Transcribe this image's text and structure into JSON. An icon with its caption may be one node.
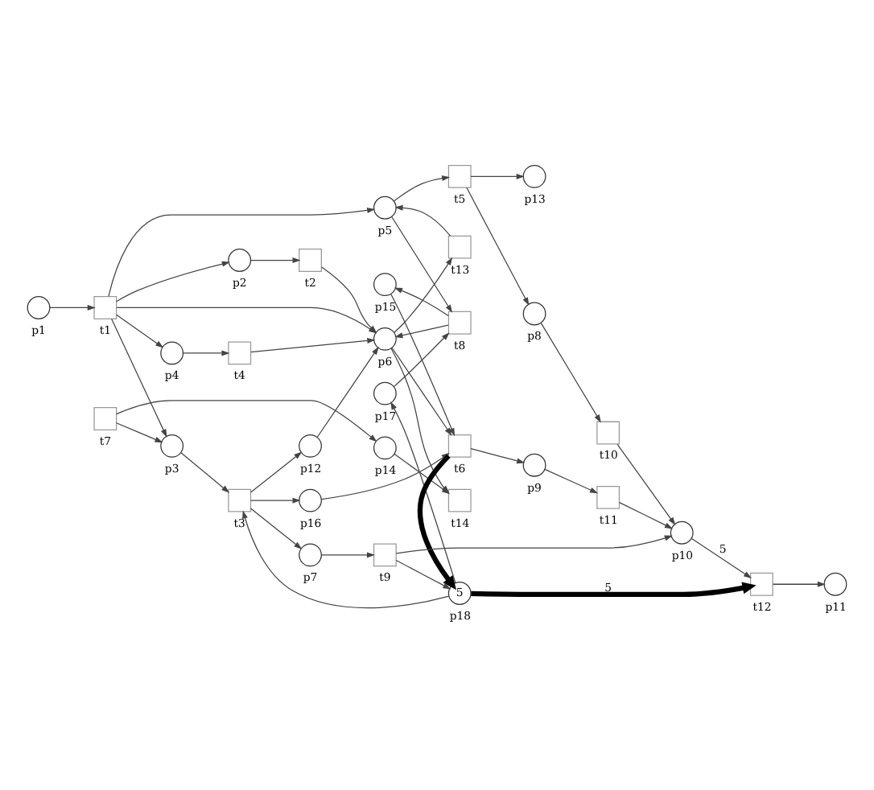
{
  "diagram": {
    "nodes": [
      {
        "text": [],
        "shape": "circle",
        "beside": [
          "p1"
        ]
      },
      {
        "text": [],
        "shape": "circle",
        "beside": [
          "p2"
        ]
      },
      {
        "text": [],
        "shape": "circle",
        "beside": [
          "p3"
        ]
      },
      {
        "text": [],
        "shape": "circle",
        "beside": [
          "p4"
        ]
      },
      {
        "text": [],
        "shape": "circle",
        "beside": [
          "p5"
        ]
      },
      {
        "text": [],
        "shape": "circle",
        "beside": [
          "p6"
        ]
      },
      {
        "text": [],
        "shape": "circle",
        "beside": [
          "p7"
        ]
      },
      {
        "text": [],
        "shape": "circle",
        "beside": [
          "p8"
        ]
      },
      {
        "text": [],
        "shape": "circle",
        "beside": [
          "p9"
        ]
      },
      {
        "text": [],
        "shape": "circle",
        "beside": [
          "p10"
        ]
      },
      {
        "text": [],
        "shape": "circle",
        "beside": [
          "p11"
        ]
      },
      {
        "text": [],
        "shape": "circle",
        "beside": [
          "p12"
        ]
      },
      {
        "text": [],
        "shape": "circle",
        "beside": [
          "p13"
        ]
      },
      {
        "text": [],
        "shape": "circle",
        "beside": [
          "p14"
        ]
      },
      {
        "text": [],
        "shape": "circle",
        "beside": [
          "p15"
        ]
      },
      {
        "text": [],
        "shape": "circle",
        "beside": [
          "p16"
        ]
      },
      {
        "text": [],
        "shape": "circle",
        "beside": [
          "p17"
        ]
      },
      {
        "text": [
          "5"
        ],
        "beside": [
          "p18"
        ]
      },
      {
        "text": [],
        "shape": "box",
        "beside": [
          "t1"
        ]
      },
      {
        "text": [],
        "shape": "box",
        "beside": [
          "t2"
        ]
      },
      {
        "text": [],
        "shape": "box",
        "beside": [
          "t3"
        ]
      },
      {
        "text": [],
        "shape": "box",
        "beside": [
          "t4"
        ]
      },
      {
        "text": [],
        "shape": "box",
        "beside": [
          "t5"
        ]
      },
      {
        "text": [],
        "shape": "box",
        "beside": [
          "t6"
        ]
      },
      {
        "text": [],
        "shape": "box",
        "beside": [
          "t7"
        ]
      },
      {
        "text": [],
        "shape": "box",
        "beside": [
          "t8"
        ]
      },
      {
        "text": [],
        "shape": "box",
        "beside": [
          "t9"
        ]
      },
      {
        "text": [],
        "shape": "box",
        "beside": [
          "t10"
        ]
      },
      {
        "text": [],
        "shape": "box",
        "beside": [
          "t11"
        ]
      },
      {
        "text": [],
        "shape": "box",
        "beside": [
          "t12"
        ]
      },
      {
        "text": [],
        "shape": "box",
        "beside": [
          "t13"
        ]
      },
      {
        "text": [],
        "shape": "box",
        "beside": [
          "t14"
        ]
      }
    ],
    "edges": [
      {
        "from": 0,
        "to": 18,
        "arrow": "to"
      },
      {
        "from": 18,
        "to": 1,
        "arrow": "to"
      },
      {
        "from": 18,
        "to": 2,
        "arrow": "to"
      },
      {
        "from": 18,
        "to": 3,
        "arrow": "to"
      },
      {
        "from": 18,
        "to": 4,
        "arrow": "to"
      },
      {
        "from": 18,
        "to": 5,
        "arrow": "to"
      },
      {
        "from": 1,
        "to": 19,
        "arrow": "to"
      },
      {
        "from": 2,
        "to": 20,
        "arrow": "to"
      },
      {
        "from": 3,
        "to": 21,
        "arrow": "to"
      },
      {
        "from": 4,
        "to": 22,
        "arrow": "to"
      },
      {
        "from": 5,
        "to": 23,
        "arrow": "to"
      },
      {
        "from": 19,
        "to": 5,
        "arrow": "to"
      },
      {
        "from": 21,
        "to": 5,
        "arrow": "to"
      },
      {
        "from": 20,
        "to": 6,
        "arrow": "to"
      },
      {
        "from": 20,
        "to": 11,
        "arrow": "to"
      },
      {
        "from": 20,
        "to": 15,
        "arrow": "to"
      },
      {
        "from": 17,
        "to": 20,
        "arrow": "to"
      },
      {
        "from": 6,
        "to": 26,
        "arrow": "to"
      },
      {
        "from": 26,
        "to": 9,
        "arrow": "to"
      },
      {
        "from": 26,
        "to": 17,
        "arrow": "to"
      },
      {
        "from": 24,
        "to": 2,
        "arrow": "to"
      },
      {
        "from": 24,
        "to": 13,
        "arrow": "to"
      },
      {
        "from": 9,
        "to": 29,
        "arrow": "to",
        "label": "5"
      },
      {
        "from": 29,
        "to": 10,
        "arrow": "to"
      },
      {
        "from": 17,
        "to": 29,
        "arrow": "to",
        "label": "5",
        "style": "thick"
      },
      {
        "from": 22,
        "to": 7,
        "arrow": "to"
      },
      {
        "from": 22,
        "to": 12,
        "arrow": "to"
      },
      {
        "from": 7,
        "to": 27,
        "arrow": "to"
      },
      {
        "from": 27,
        "to": 9,
        "arrow": "to"
      },
      {
        "from": 4,
        "to": 25,
        "arrow": "to"
      },
      {
        "from": 25,
        "to": 5,
        "arrow": "to"
      },
      {
        "from": 23,
        "to": 8,
        "arrow": "to"
      },
      {
        "from": 8,
        "to": 28,
        "arrow": "to"
      },
      {
        "from": 28,
        "to": 9,
        "arrow": "to"
      },
      {
        "from": 5,
        "to": 30,
        "arrow": "to"
      },
      {
        "from": 30,
        "to": 4,
        "arrow": "to"
      },
      {
        "from": 5,
        "to": 31,
        "arrow": "to"
      },
      {
        "from": 13,
        "to": 31,
        "arrow": "to"
      },
      {
        "from": 11,
        "to": 5,
        "arrow": "to"
      },
      {
        "from": 15,
        "to": 23,
        "arrow": "to"
      },
      {
        "from": 17,
        "to": 16,
        "arrow": "to"
      },
      {
        "from": 16,
        "to": 25,
        "arrow": "to"
      },
      {
        "from": 25,
        "to": 14,
        "arrow": "to"
      },
      {
        "from": 14,
        "to": 23,
        "arrow": "to"
      },
      {
        "from": 23,
        "to": 17,
        "arrow": "to",
        "style": "thick"
      }
    ]
  }
}
